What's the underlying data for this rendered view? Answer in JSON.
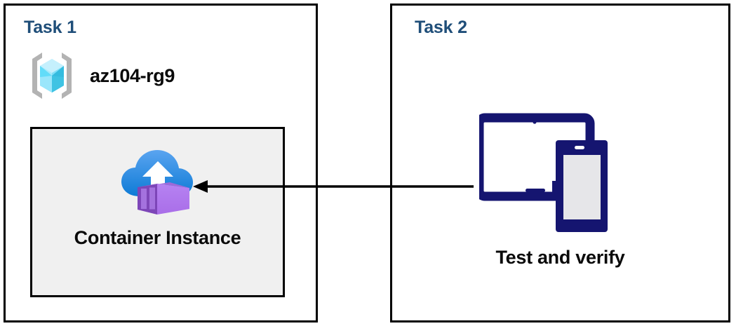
{
  "diagram": {
    "title": "Azure Container Instance task diagram",
    "background": "#ffffff",
    "panels": [
      {
        "id": "task1",
        "title": "Task 1",
        "title_color": "#1F4E79",
        "resource_group": {
          "icon": "azure-resource-group-icon",
          "label": "az104-rg9"
        },
        "card": {
          "icon": "azure-container-instance-icon",
          "label": "Container Instance",
          "fill": "#f0f0f0",
          "border": "#000000"
        }
      },
      {
        "id": "task2",
        "title": "Task 2",
        "title_color": "#1F4E79",
        "device": {
          "icon": "tablet-and-phone-icon",
          "label": "Test and verify",
          "color": "#151570"
        }
      }
    ],
    "connector": {
      "name": "flow-arrow",
      "direction": "right-to-left",
      "color": "#000000",
      "from": "Test and verify",
      "to": "Container Instance"
    },
    "colors": {
      "heading": "#1F4E79",
      "text": "#0a0a0a",
      "card_fill": "#f0f0f0",
      "border": "#000000",
      "navy": "#151570",
      "cloud_blue_light": "#50a0ef",
      "cloud_blue_dark": "#0f7cd4",
      "container_purple_light": "#b07ced",
      "container_purple_dark": "#8050c0",
      "cube_cyan_light": "#9fe8fb",
      "cube_cyan": "#4fd6f7",
      "cube_teal": "#31b5d8",
      "bracket_gray": "#b3b3b3",
      "phone_screen": "#e6e6e9"
    }
  }
}
